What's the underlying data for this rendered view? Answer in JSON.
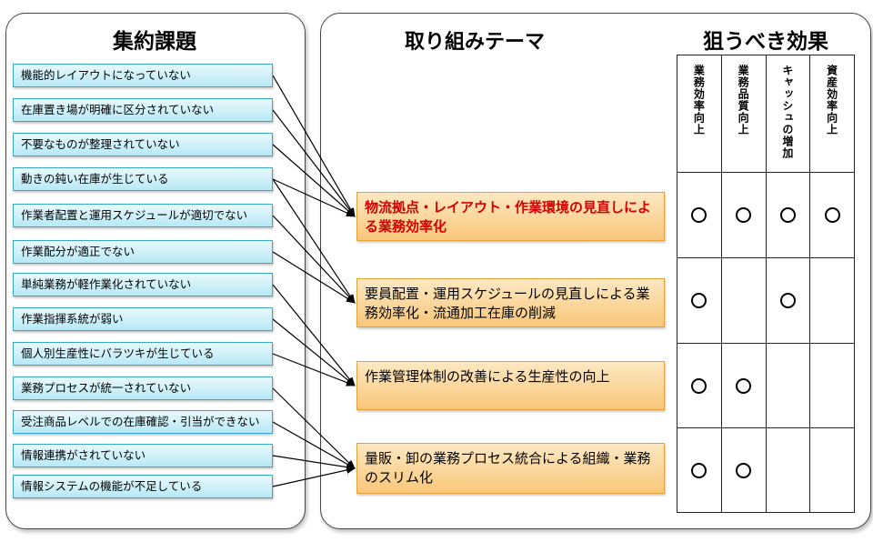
{
  "titles": {
    "issues": "集約課題",
    "themes": "取り組みテーマ",
    "effects": "狙うべき効果"
  },
  "issues": [
    "機能的レイアウトになっていない",
    "在庫置き場が明確に区分されていない",
    "不要なものが整理されていない",
    "動きの鈍い在庫が生じている",
    "作業者配置と運用スケジュールが適切でない",
    "作業配分が適正でない",
    "単純業務が軽作業化されていない",
    "作業指揮系統が弱い",
    "個人別生産性にバラツキが生じている",
    "業務プロセスが統一されていない",
    "受注商品レベルでの在庫確認・引当ができない",
    "情報連携がされていない",
    "情報システムの機能が不足している"
  ],
  "themes": [
    "物流拠点・レイアウト・作業環境の見直しによる業務効率化",
    "要員配置・運用スケジュールの見直しによる業務効率化・流通加工在庫の削減",
    "作業管理体制の改善による生産性の向上",
    "量販・卸の業務プロセス統合による組織・業務のスリム化"
  ],
  "effect_columns": [
    "業務効率向上",
    "業務品質向上",
    "キャッシュの増加",
    "資産効率向上"
  ],
  "matrix": [
    [
      true,
      true,
      true,
      true
    ],
    [
      true,
      false,
      true,
      false
    ],
    [
      true,
      true,
      false,
      false
    ],
    [
      true,
      true,
      false,
      false
    ]
  ],
  "connections": [
    {
      "issue": 0,
      "theme": 0
    },
    {
      "issue": 1,
      "theme": 0
    },
    {
      "issue": 2,
      "theme": 0
    },
    {
      "issue": 3,
      "theme": 0
    },
    {
      "issue": 3,
      "theme": 1
    },
    {
      "issue": 4,
      "theme": 1
    },
    {
      "issue": 5,
      "theme": 1
    },
    {
      "issue": 6,
      "theme": 2
    },
    {
      "issue": 7,
      "theme": 2
    },
    {
      "issue": 8,
      "theme": 2
    },
    {
      "issue": 9,
      "theme": 3
    },
    {
      "issue": 10,
      "theme": 3
    },
    {
      "issue": 11,
      "theme": 3
    },
    {
      "issue": 12,
      "theme": 3
    }
  ]
}
